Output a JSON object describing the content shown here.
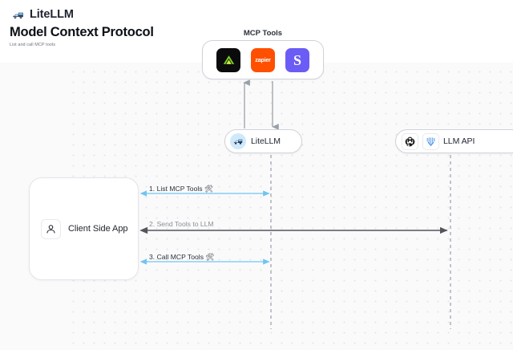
{
  "header": {
    "brand": "LiteLLM",
    "brand_logo_icon": "litellm-logo-icon",
    "title": "Model Context Protocol",
    "subtitle": "List and call MCP tools"
  },
  "diagram": {
    "type": "sequence",
    "mcp_group": {
      "label": "MCP Tools",
      "tools": [
        {
          "name": "triangle-tool-icon",
          "label": "",
          "bg": "#0b0b0d",
          "fg": "#7ed321"
        },
        {
          "name": "zapier-tool-icon",
          "label": "zapier",
          "bg": "#ff4f00",
          "fg": "#ffffff"
        },
        {
          "name": "slack-tool-icon",
          "label": "S",
          "bg": "#6b5cf6",
          "fg": "#ffffff"
        }
      ]
    },
    "nodes": [
      {
        "id": "litellm",
        "label": "LiteLLM",
        "icons": [
          "litellm-logo-icon"
        ]
      },
      {
        "id": "llm_api",
        "label": "LLM API",
        "icons": [
          "openai-icon",
          "anthropic-icon"
        ]
      },
      {
        "id": "client",
        "label": "Client Side App",
        "icons": [
          "user-icon"
        ]
      }
    ],
    "vertical_arrows": [
      {
        "id": "tools-to-litellm-up",
        "direction": "up",
        "color": "#9aa0a8"
      },
      {
        "id": "litellm-to-tools-down",
        "direction": "down",
        "color": "#9aa0a8"
      }
    ],
    "messages": [
      {
        "step": "1.",
        "text": "List MCP Tools",
        "emoji": "🛠",
        "color": "#6fc5f0",
        "direction": "both",
        "from": "client",
        "to": "litellm"
      },
      {
        "step": "2.",
        "text": "Send Tools to LLM",
        "emoji": "",
        "color": "#53565c",
        "direction": "both",
        "from": "client",
        "to": "llm_api"
      },
      {
        "step": "3.",
        "text": "Call MCP Tools",
        "emoji": "🛠",
        "color": "#6fc5f0",
        "direction": "both",
        "from": "client",
        "to": "litellm"
      }
    ],
    "lifelines": [
      {
        "id": "litellm-lifeline",
        "color": "#b9bdc4",
        "style": "dashed"
      },
      {
        "id": "llm-api-lifeline",
        "color": "#b9bdc4",
        "style": "dashed"
      }
    ],
    "colors": {
      "accent_blue": "#6fc5f0",
      "dark_arrow": "#53565c",
      "lifeline": "#b9bdc4",
      "canvas_bg": "#fafafb",
      "dot_grid": "#e4e6ea",
      "node_border": "#cfd3da"
    }
  }
}
